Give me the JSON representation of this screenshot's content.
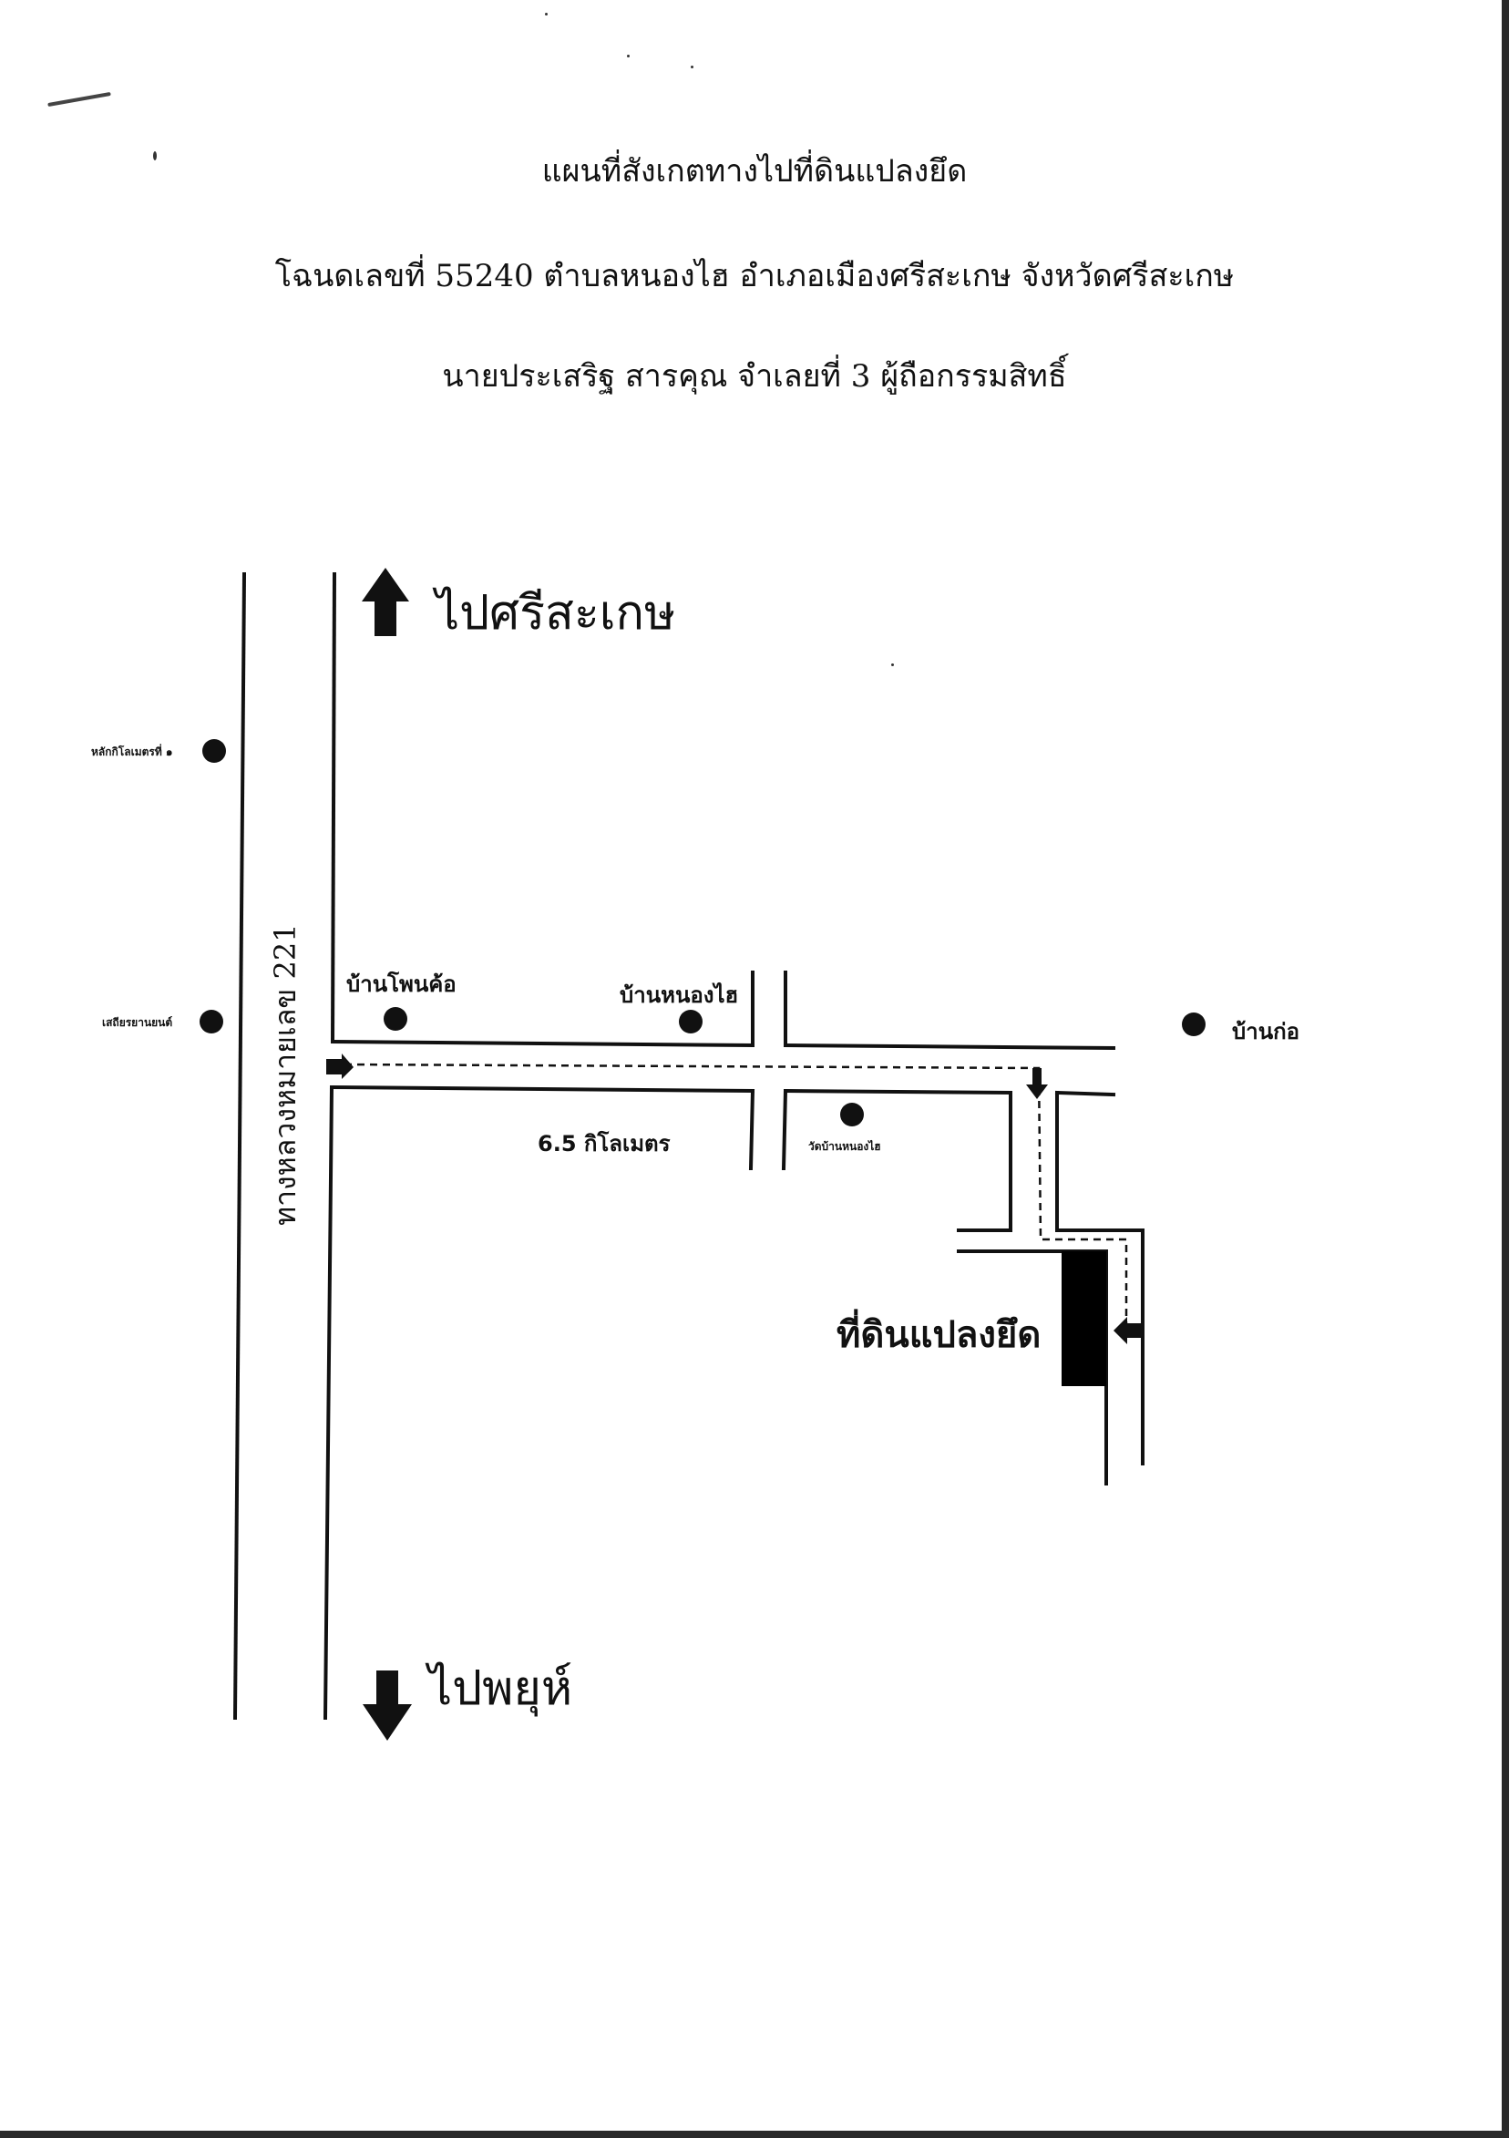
{
  "document": {
    "title": "แผนที่สังเกตทางไปที่ดินแปลงยึด",
    "deed_line": "โฉนดเลขที่ 55240 ตำบลหนองไฮ อำเภอเมืองศรีสะเกษ จังหวัดศรีสะเกษ",
    "owner_line": "นายประเสริฐ  สารคุณ จำเลยที่ 3 ผู้ถือกรรมสิทธิ์"
  },
  "map": {
    "direction_north": "ไปศรีสะเกษ",
    "direction_south": "ไปพยุห์",
    "highway_label": "ทางหลวงหมายเลข 221",
    "distance_label": "6.5 กิโลเมตร",
    "land_label": "ที่ดินแปลงยึด",
    "landmarks": {
      "km_post": "หลักกิโลเมตรที่ ๑",
      "radio_station": "เสถียรยานยนต์",
      "ban_phon_kho": "บ้านโพนค้อ",
      "ban_nong_hai": "บ้านหนองไฮ",
      "ban_kho": "บ้านก่อ",
      "wat_ban_nong_hai": "วัดบ้านหนองไฮ"
    },
    "colors": {
      "ink": "#111111",
      "parcel_fill": "#000000",
      "paper": "#ffffff"
    }
  }
}
